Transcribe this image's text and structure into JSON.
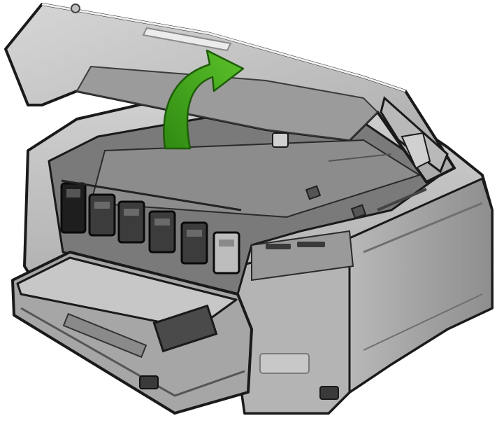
{
  "illustration": {
    "subject": "printer-open-cover",
    "colors": {
      "body_light": "#c9c9c9",
      "body_mid": "#a8a8a8",
      "body_dark": "#7f7f7f",
      "interior": "#6e6e6e",
      "outline": "#1a1a1a",
      "ink_black": "#1e1e1e",
      "arrow_green": "#4caf1f",
      "arrow_green_dark": "#2f8a12",
      "highlight": "#e4e4e4"
    },
    "ink_cartridge_count": 6,
    "arrow_direction": "up-and-back"
  }
}
